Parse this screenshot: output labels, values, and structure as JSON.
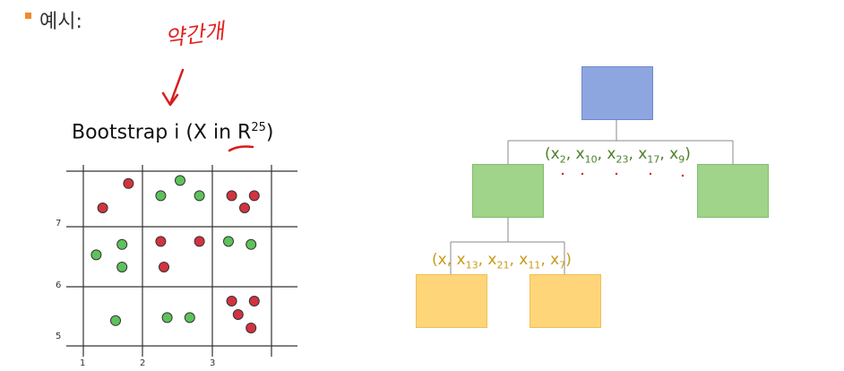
{
  "heading": {
    "label": "예시:"
  },
  "annotation": {
    "handwritten": "약간개"
  },
  "plot": {
    "title_main": "Bootstrap i (X in ",
    "title_r": "R",
    "title_sup": "25",
    "title_close": ")",
    "x_ticks": [
      "1",
      "2",
      "3"
    ],
    "y_ticks": [
      "7",
      "6",
      "5"
    ],
    "colors": {
      "red": "#d2333f",
      "green": "#5dc25a",
      "grid": "#333333"
    },
    "points": [
      {
        "x": 1.7,
        "y": 7.65,
        "c": "red"
      },
      {
        "x": 1.3,
        "y": 7.25,
        "c": "red"
      },
      {
        "x": 2.2,
        "y": 7.45,
        "c": "green"
      },
      {
        "x": 2.5,
        "y": 7.7,
        "c": "green"
      },
      {
        "x": 2.8,
        "y": 7.45,
        "c": "green"
      },
      {
        "x": 3.3,
        "y": 7.45,
        "c": "red"
      },
      {
        "x": 3.65,
        "y": 7.45,
        "c": "red"
      },
      {
        "x": 3.5,
        "y": 7.25,
        "c": "red"
      },
      {
        "x": 1.6,
        "y": 6.65,
        "c": "green"
      },
      {
        "x": 1.2,
        "y": 6.48,
        "c": "green"
      },
      {
        "x": 1.6,
        "y": 6.28,
        "c": "green"
      },
      {
        "x": 2.2,
        "y": 6.7,
        "c": "red"
      },
      {
        "x": 2.8,
        "y": 6.7,
        "c": "red"
      },
      {
        "x": 2.25,
        "y": 6.28,
        "c": "red"
      },
      {
        "x": 3.25,
        "y": 6.7,
        "c": "green"
      },
      {
        "x": 3.6,
        "y": 6.65,
        "c": "green"
      },
      {
        "x": 1.5,
        "y": 5.4,
        "c": "green"
      },
      {
        "x": 2.3,
        "y": 5.45,
        "c": "green"
      },
      {
        "x": 2.65,
        "y": 5.45,
        "c": "green"
      },
      {
        "x": 3.3,
        "y": 5.72,
        "c": "red"
      },
      {
        "x": 3.65,
        "y": 5.72,
        "c": "red"
      },
      {
        "x": 3.4,
        "y": 5.5,
        "c": "red"
      },
      {
        "x": 3.6,
        "y": 5.28,
        "c": "red"
      }
    ]
  },
  "tree": {
    "green_label": {
      "open": "(",
      "items": [
        {
          "v": "x",
          "s": "2"
        },
        {
          "v": "x",
          "s": "10"
        },
        {
          "v": "x",
          "s": "23"
        },
        {
          "v": "x",
          "s": "17"
        },
        {
          "v": "x",
          "s": "9"
        }
      ],
      "close": ")"
    },
    "yellow_label": {
      "open": "(x",
      "items": [
        {
          "v": "x",
          "s": "13"
        },
        {
          "v": "x",
          "s": "21"
        },
        {
          "v": "x",
          "s": "11"
        },
        {
          "v": "x",
          "s": "7"
        }
      ],
      "close": ")"
    }
  }
}
